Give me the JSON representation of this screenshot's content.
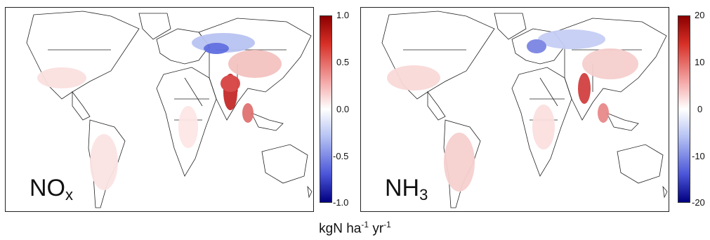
{
  "panels": [
    {
      "label_main": "NO",
      "label_sub": "x",
      "colorbar_ticks": [
        "1.0",
        "0.5",
        "0.0",
        "-0.5",
        "-1.0"
      ],
      "colorbar_range": [
        -1.0,
        1.0
      ]
    },
    {
      "label_main": "NH",
      "label_sub": "3",
      "colorbar_ticks": [
        "20",
        "10",
        "0",
        "-10",
        "-20"
      ],
      "colorbar_range": [
        -20,
        20
      ]
    }
  ],
  "units": {
    "base": "kgN ha",
    "exp1": "-1",
    "mid": " yr",
    "exp2": "-1"
  },
  "colors": {
    "positive": "#8b0000",
    "neutral": "#ffffff",
    "negative": "#000080",
    "border": "#222222"
  }
}
